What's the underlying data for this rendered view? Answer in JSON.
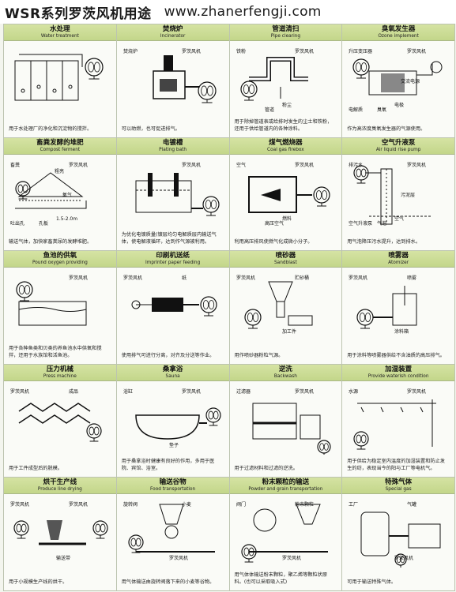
{
  "header": {
    "title_cn": "WSR系列罗茨风机用途",
    "url": "www.zhanerfengji.com"
  },
  "cells": [
    {
      "cn": "水处理",
      "en": "Water treatment",
      "desc": "用于水处理厂的净化和沉淀物的搅拌。",
      "labels": []
    },
    {
      "cn": "焚烧炉",
      "en": "Incinerator",
      "desc": "可以助燃，也可促进排气。",
      "labels": [
        "罗茨风机",
        "焚烧炉"
      ]
    },
    {
      "cn": "管道清扫",
      "en": "Pipe clearing",
      "desc": "用于除掉管道表或给排时发生的尘土和铁粉，还用于供给管道内的各种涂料。",
      "labels": [
        "罗茨风机",
        "铁粉",
        "粉尘",
        "管道"
      ]
    },
    {
      "cn": "臭氧发生器",
      "en": "Ozone implement",
      "desc": "作为高浓度臭氧发生器的气源使用。",
      "labels": [
        "罗茨风机",
        "升压变压器",
        "电极",
        "臭氧",
        "电解质",
        "交流电源"
      ]
    },
    {
      "cn": "畜粪发酵的堆肥",
      "en": "Compost ferment",
      "desc": "输送气体，加快家畜粪尿的发酵堆肥。",
      "labels": [
        "罗茨风机",
        "畜粪",
        "1.5-2.0m",
        "孔板",
        "吐出孔",
        "氧气",
        "粗亮"
      ]
    },
    {
      "cn": "电镀槽",
      "en": "Plating bath",
      "desc": "为优化电镀质量(镀层均匀电解质层内输送气体，使电解液循环，达到作气源被利用。",
      "labels": [
        "罗茨风机"
      ]
    },
    {
      "cn": "煤气燃烧器",
      "en": "Coal gas firebox",
      "desc": "利用高压排风使燃气化成微小分子。",
      "labels": [
        "罗茨风机",
        "空气",
        "燃料",
        "高压空气"
      ]
    },
    {
      "cn": "空气升液泵",
      "en": "Air liquid rise pump",
      "desc": "用气泡降压污水提升，达到排水。",
      "labels": [
        "罗茨风机",
        "排污水",
        "空气",
        "气泡",
        "空气升液泵",
        "污泥层"
      ]
    },
    {
      "cn": "鱼池的供氧",
      "en": "Pound oxygen providing",
      "desc": "用于各种鱼类和贝类的养鱼池水中供氧和搅拌，还用于水族馆和活鱼池。",
      "labels": [
        "罗茨风机"
      ]
    },
    {
      "cn": "印刷机送纸",
      "en": "Imprinter paper feeding",
      "desc": "使用排气可进行分离，对齐及分送等作业。",
      "labels": [
        "纸",
        "罗茨风机"
      ]
    },
    {
      "cn": "喷砂器",
      "en": "Sandblast",
      "desc": "用作喷砂器粉粒气源。",
      "labels": [
        "贮砂桶",
        "罗茨风机",
        "加工件"
      ]
    },
    {
      "cn": "喷雾器",
      "en": "Atomizer",
      "desc": "用于涂料等喷雾器供给不含油质的高压排气。",
      "labels": [
        "喷雾",
        "罗茨风机",
        "涂料箱"
      ]
    },
    {
      "cn": "压力机械",
      "en": "Press machine",
      "desc": "用于工件成型后的脱模。",
      "labels": [
        "成品",
        "罗茨风机"
      ]
    },
    {
      "cn": "桑拿浴",
      "en": "Sauna",
      "desc": "用于桑拿浴时健康有良好的作用，多用于医院、宾馆、浴室。",
      "labels": [
        "罗茨风机",
        "浴缸",
        "垫子"
      ]
    },
    {
      "cn": "逆洗",
      "en": "Backwash",
      "desc": "用于过滤材料和过滤的逆洗。",
      "labels": [
        "罗茨风机",
        "过滤器"
      ]
    },
    {
      "cn": "加湿装置",
      "en": "Provide waterish condition",
      "desc": "用于供给为稳定室内温度的加湿装置和防止发生的纺，表现当今的阳与工厂等电机气。",
      "labels": [
        "罗茨风机",
        "水源"
      ]
    },
    {
      "cn": "烘干生产线",
      "en": "Produce line drying",
      "desc": "用于小规模生产线的烘干。",
      "labels": [
        "罗茨风机",
        "罗茨风机",
        "输送带"
      ]
    },
    {
      "cn": "输送谷物",
      "en": "Food transportation",
      "desc": "用气体输送由旋转阀落下来的小麦等谷物。",
      "labels": [
        "小麦",
        "旋转阀",
        "罗茨风机"
      ]
    },
    {
      "cn": "粉末颗粒的输送",
      "en": "Powder and grain transportation",
      "desc": "用气体体输送粉末颗粒，聚乙烯等颗粒状原料。(也可以采取吸入式)",
      "labels": [
        "粉末颗粒",
        "阀门",
        "罗茨风机"
      ]
    },
    {
      "cn": "特殊气体",
      "en": "Special gas",
      "desc": "可用于输送特殊气体。",
      "labels": [
        "气罐",
        "工厂",
        "罗茨风机"
      ]
    }
  ]
}
